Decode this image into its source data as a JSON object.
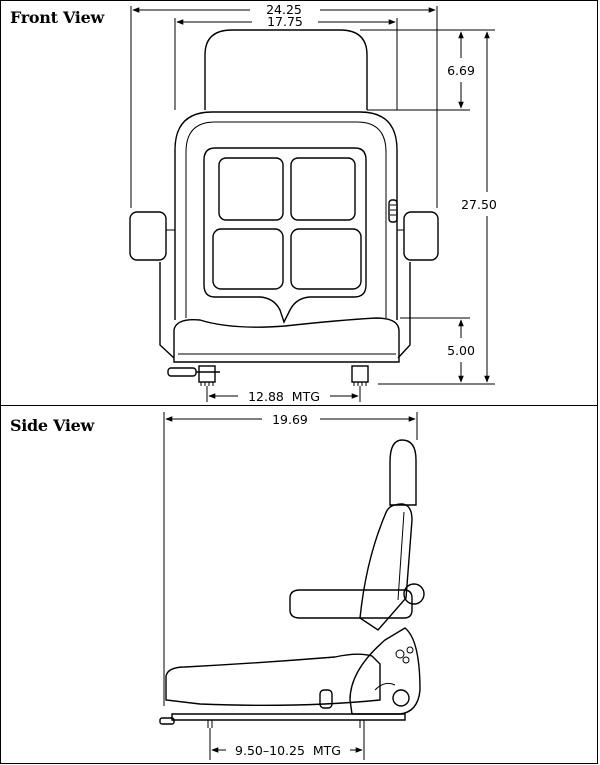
{
  "front_view": {
    "title": "Front View",
    "dimensions": {
      "overall_width": "24.25",
      "back_width": "17.75",
      "headrest_height": "6.69",
      "overall_height": "27.50",
      "seat_height": "5.00",
      "mounting_width": "12.88  MTG"
    }
  },
  "side_view": {
    "title": "Side View",
    "dimensions": {
      "overall_depth": "19.69",
      "mounting_range": "9.50–10.25  MTG"
    }
  }
}
